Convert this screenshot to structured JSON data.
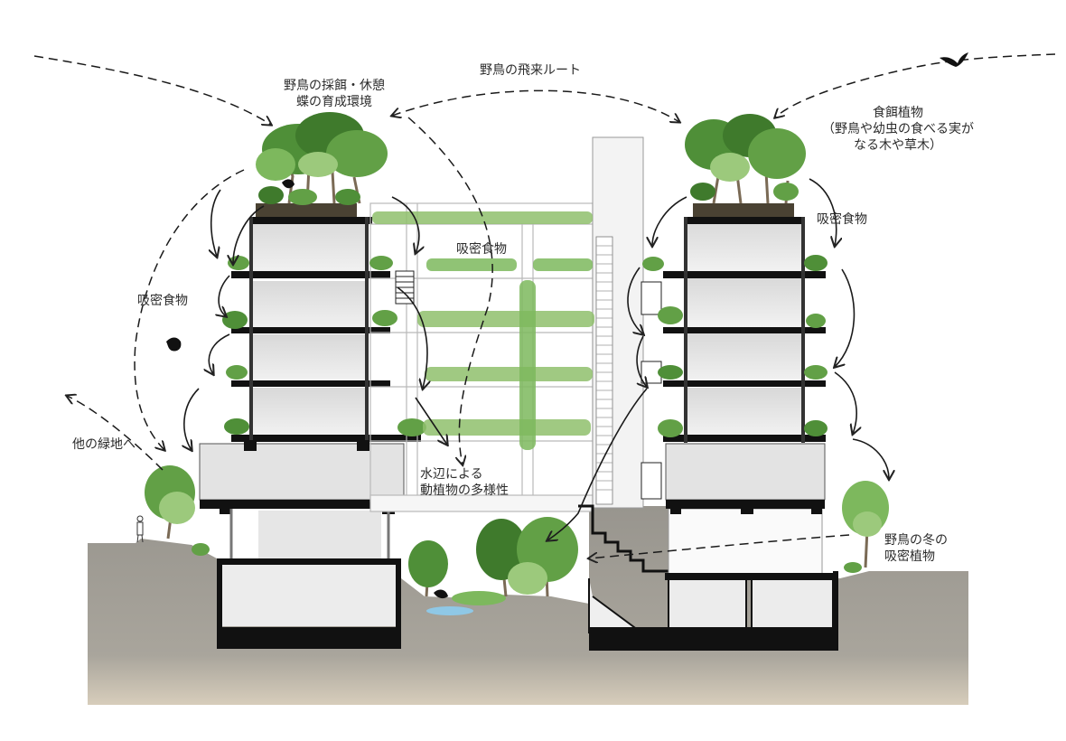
{
  "labels": {
    "flight_route": "野鳥の飛来ルート",
    "feeding_rest": [
      "野鳥の採餌・休憩",
      "蝶の育成環境"
    ],
    "food_plants": [
      "食餌植物",
      "（野鳥や幼虫の食べる実が",
      "なる木や草木）"
    ],
    "nectar_right": "吸密食物",
    "nectar_center": "吸密食物",
    "nectar_left": "吸密食物",
    "other_green": "他の緑地へ",
    "waterside": [
      "水辺による",
      "動植物の多様性"
    ],
    "winter": [
      "野鳥の冬の",
      "吸密植物"
    ]
  },
  "colors": {
    "ground": "#9e9b94",
    "ground_bottom": "#d3c8b6",
    "foliage_dark": "#3f7a2c",
    "foliage_mid": "#62a046",
    "foliage_light": "#9cc97c",
    "slab": "#111111",
    "wall": "#e9e9e9",
    "water": "#8fc8e6"
  },
  "icons": [
    "bird-icon",
    "person-icon"
  ]
}
